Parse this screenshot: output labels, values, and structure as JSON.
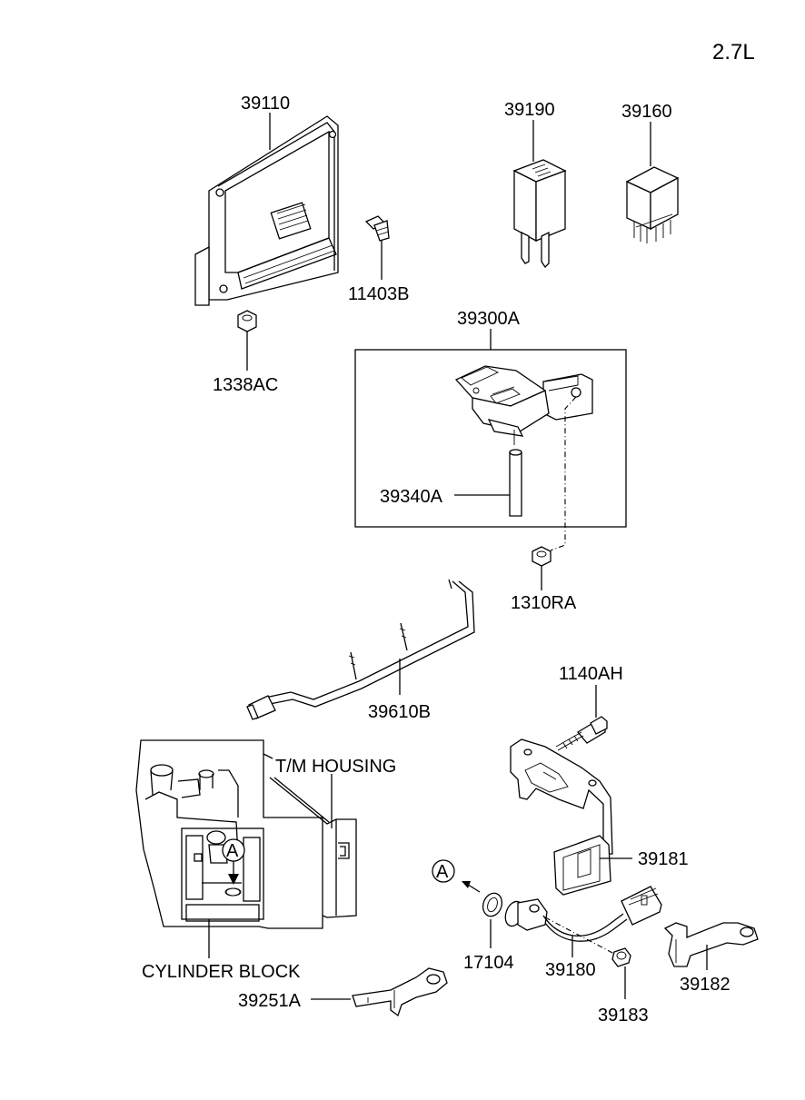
{
  "engine_label": "2.7L",
  "parts": {
    "ecu": "39110",
    "bolt_ecu": "11403B",
    "nut_ecu": "1338AC",
    "relay_a": "39190",
    "relay_b": "39160",
    "map_sensor_assy": "39300A",
    "vacuum_hose": "39340A",
    "nut_bracket": "1310RA",
    "harness": "39610B",
    "bolt_bracket": "1140AH",
    "protector": "39181",
    "washer": "17104",
    "crank_sensor": "39180",
    "sensor_bolt": "39183",
    "bracket_b": "39182",
    "bracket_a": "39251A"
  },
  "labels": {
    "tm_housing": "T/M HOUSING",
    "cylinder_block": "CYLINDER BLOCK",
    "ref_a": "A",
    "ref_a_detail": "A"
  }
}
